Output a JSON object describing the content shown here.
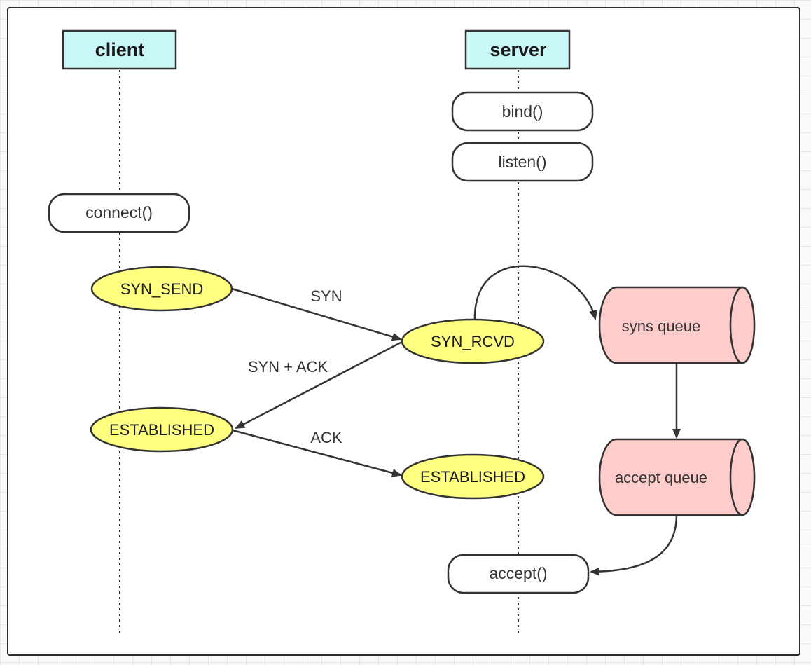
{
  "participants": {
    "client": "client",
    "server": "server"
  },
  "server_calls": {
    "bind": "bind()",
    "listen": "listen()",
    "accept": "accept()"
  },
  "client_calls": {
    "connect": "connect()"
  },
  "states": {
    "client_syn_send": "SYN_SEND",
    "client_established": "ESTABLISHED",
    "server_syn_rcvd": "SYN_RCVD",
    "server_established": "ESTABLISHED"
  },
  "messages": {
    "syn": "SYN",
    "syn_ack": "SYN + ACK",
    "ack": "ACK"
  },
  "queues": {
    "syns": "syns queue",
    "accept": "accept queue"
  },
  "colors": {
    "header_fill": "#c9f6f6",
    "state_fill": "#ffff80",
    "queue_fill": "#ffcccc",
    "stroke": "#333333"
  }
}
